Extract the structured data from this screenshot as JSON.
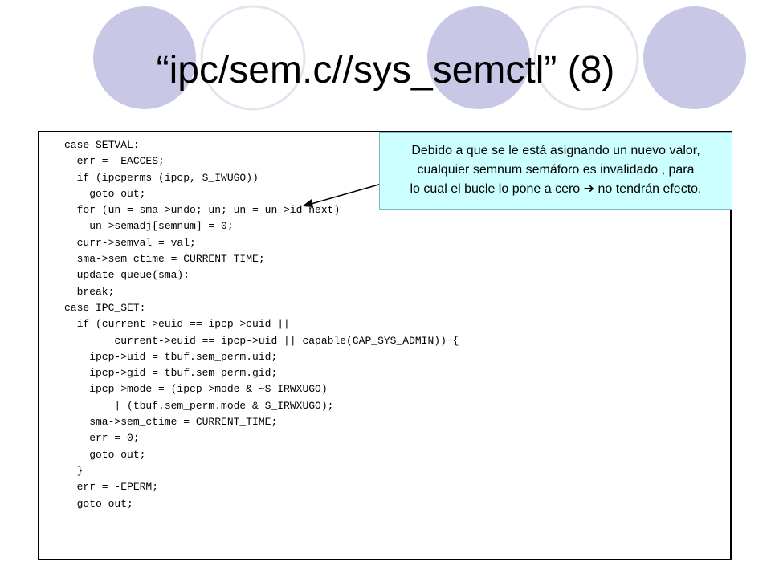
{
  "slide": {
    "title": "“ipc/sem.c//sys_semctl” (8)"
  },
  "code": {
    "lines": [
      "case SETVAL:",
      "  err = -EACCES;",
      "  if (ipcperms (ipcp, S_IWUGO))",
      "    goto out;",
      "  for (un = sma->undo; un; un = un->id_next)",
      "    un->semadj[semnum] = 0;",
      "  curr->semval = val;",
      "  sma->sem_ctime = CURRENT_TIME;",
      "  update_queue(sma);",
      "  break;",
      "case IPC_SET:",
      "  if (current->euid == ipcp->cuid ||",
      "        current->euid == ipcp->uid || capable(CAP_SYS_ADMIN)) {",
      "    ipcp->uid = tbuf.sem_perm.uid;",
      "    ipcp->gid = tbuf.sem_perm.gid;",
      "    ipcp->mode = (ipcp->mode & ~S_IRWXUGO)",
      "        | (tbuf.sem_perm.mode & S_IRWXUGO);",
      "    sma->sem_ctime = CURRENT_TIME;",
      "    err = 0;",
      "    goto out;",
      "  }",
      "  err = -EPERM;",
      "  goto out;"
    ]
  },
  "callout": {
    "line1": "Debido a que se le está asignando un nuevo valor,",
    "line2": "cualquier semnum semáforo es invalidado , para",
    "line3a": "lo cual el bucle lo pone a cero ",
    "arrow_glyph": "➔",
    "line3b": " no tendrán efecto."
  },
  "colors": {
    "circle_fill": "#c8c8e6",
    "circle_outline": "#e4e4f0",
    "callout_bg": "#ccffff"
  }
}
